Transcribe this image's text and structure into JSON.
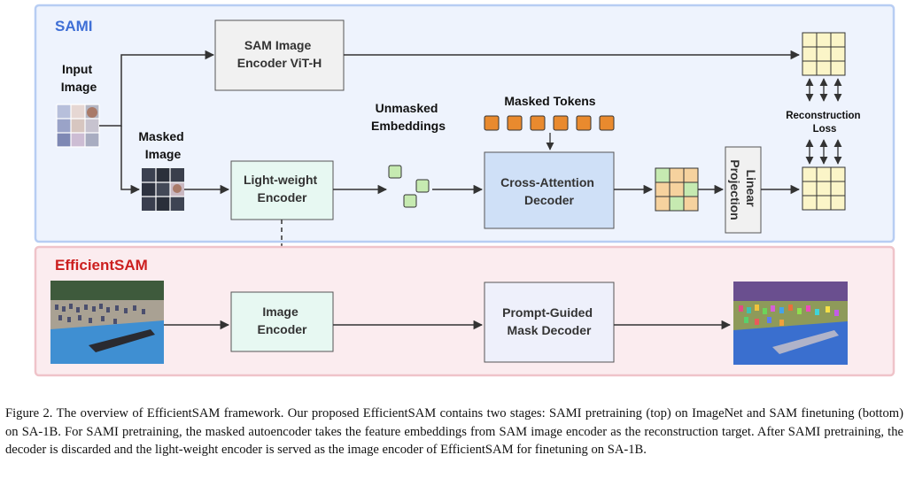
{
  "sami": {
    "title": "SAMI",
    "input_image_label": [
      "Input",
      "Image"
    ],
    "masked_image_label": [
      "Masked",
      "Image"
    ],
    "sam_encoder_label": [
      "SAM Image",
      "Encoder ViT-H"
    ],
    "lightweight_encoder_label": [
      "Light-weight",
      "Encoder"
    ],
    "unmasked_label": [
      "Unmasked",
      "Embeddings"
    ],
    "masked_tokens_label": "Masked Tokens",
    "cross_attention_label": [
      "Cross-Attention",
      "Decoder"
    ],
    "linear_projection_label": [
      "Linear",
      "Projection"
    ],
    "reconstruction_loss_label": [
      "Reconstruction",
      "Loss"
    ]
  },
  "efficientsam": {
    "title": "EfficientSAM",
    "image_encoder_label": [
      "Image",
      "Encoder"
    ],
    "prompt_decoder_label": [
      "Prompt-Guided",
      "Mask Decoder"
    ]
  },
  "caption": "Figure 2. The overview of EfficientSAM framework. Our proposed EfficientSAM contains two stages: SAMI pretraining (top) on ImageNet and SAM finetuning (bottom) on SA-1B. For SAMI pretraining, the masked autoencoder takes the feature embeddings from SAM image encoder as the reconstruction target. After SAMI pretraining, the decoder is discarded and the light-weight encoder is served as the image encoder of EfficientSAM for finetuning on SA-1B.",
  "colors": {
    "sami_panel_fill": "#eef3fd",
    "sami_panel_border": "#b7cdf3",
    "sami_title": "#3f6fd6",
    "eff_panel_fill": "#fbecef",
    "eff_panel_border": "#efc3c9",
    "eff_title": "#cc1f1f",
    "encoder_gray": "#f1f1f1",
    "encoder_green": "#e7f8f2",
    "decoder_blue": "#cfe0f7",
    "decoder_purple": "#eef0fb",
    "token_orange": "#e98a2e",
    "cell_green": "#c6eab1",
    "cell_orange": "#f6d29e",
    "cell_yellow": "#fbf5c8"
  }
}
